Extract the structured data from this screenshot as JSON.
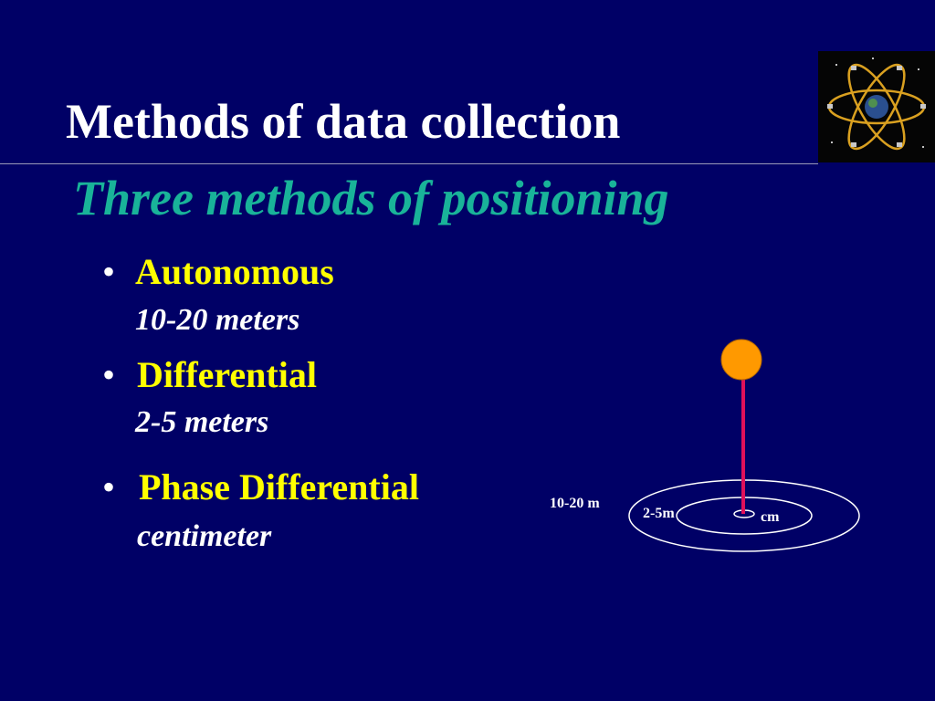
{
  "slide": {
    "title": "Methods of data collection",
    "subtitle": "Three methods of positioning",
    "bullets": [
      {
        "label": "Autonomous",
        "detail": "10-20 meters"
      },
      {
        "label": "Differential",
        "detail": "2-5 meters"
      },
      {
        "label": "Phase Differential",
        "detail": "centimeter"
      }
    ],
    "diagram": {
      "outer_label": "10-20 m",
      "middle_label": "2-5m",
      "inner_label": "cm"
    }
  },
  "colors": {
    "background": "#000066",
    "title": "#ffffff",
    "subtitle": "#19b399",
    "bullet_label": "#ffff00",
    "bullet_detail": "#ffffff",
    "antenna_pole": "#e0105a",
    "antenna_ball": "#ff9900"
  },
  "icons": {
    "logo": "gps-satellite-orbits-icon"
  }
}
